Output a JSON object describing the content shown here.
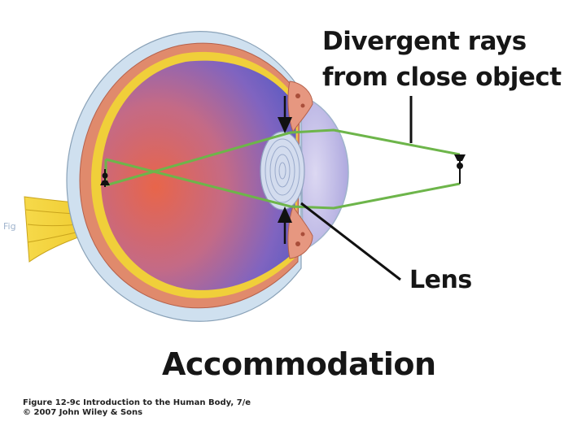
{
  "diagram": {
    "ray_caption_line1": "Divergent rays",
    "ray_caption_line2": "from close object",
    "lens_label": "Lens",
    "title": "Accommodation",
    "figure_caption_line1": "Figure 12-9c  Introduction to the Human Body, 7/e",
    "figure_caption_line2": "© 2007 John Wiley & Sons",
    "faint_margin_text": "Fig"
  },
  "colors": {
    "ray": "#6db54a",
    "sclera": "#c9dbea",
    "choroid": "#d9826a",
    "retina_yellow": "#f2d23c",
    "vitreous_warm": "#e66a4e",
    "vitreous_cool": "#6e62c6",
    "lens": "#cfd9ec",
    "iris": "#e08a73",
    "nerve": "#f4d03f",
    "arrow": "#111111"
  },
  "icons": [
    "eye-cross-section",
    "object-icon",
    "image-icon",
    "ciliary-arrow-icon"
  ]
}
